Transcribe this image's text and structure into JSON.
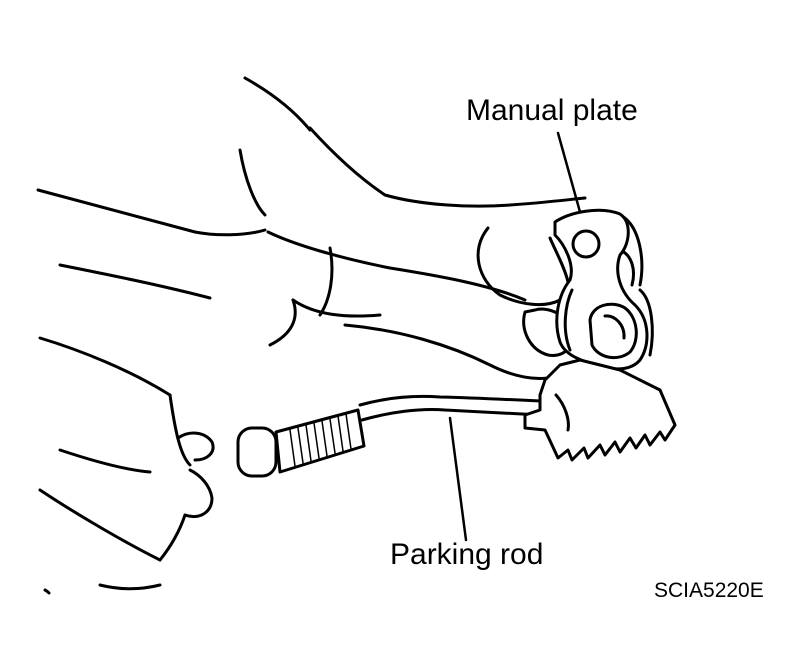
{
  "labels": {
    "manual_plate": "Manual plate",
    "parking_rod": "Parking rod",
    "figure_code": "SCIA5220E"
  },
  "colors": {
    "line": "#000000",
    "fill": "#ffffff"
  }
}
